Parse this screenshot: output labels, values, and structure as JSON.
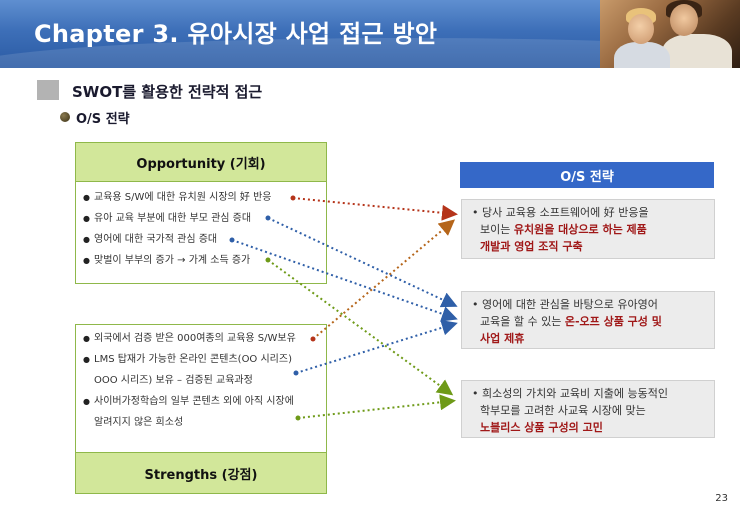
{
  "header": {
    "title": "Chapter 3.  유아시장 사업 접근 방안"
  },
  "section": {
    "title": "SWOT를 활용한 전략적 접근",
    "subtitle": "O/S 전략"
  },
  "opportunity": {
    "title": "Opportunity (기회)",
    "items": [
      "교육용 S/W에 대한 유치원 시장의 好 반응",
      "유아 교육 부분에 대한 부모 관심 증대",
      "영어에 대한 국가적 관심 증대",
      "맞벌이 부부의 증가 → 가계 소득 증가"
    ]
  },
  "strengths": {
    "title": "Strengths (강점)",
    "items": [
      "외국에서 검증 받은 000여종의 교육용 S/W보유",
      "LMS 탑재가 가능한 온라인 콘텐츠(OO 시리즈)",
      "OOO 시리즈) 보유 – 검증된 교육과정",
      "사이버가정학습의 일부 콘텐츠 외에 아직 시장에",
      "알려지지 않은 희소성"
    ]
  },
  "os_strategy": {
    "header": "O/S 전략",
    "panel1": {
      "l1": "• 당사 교육용 소프트웨어에 好 반응을",
      "l2a": "보이는 ",
      "l2b": "유치원을 대상으로 하는 제품",
      "l3": "개발과 영업 조직 구축"
    },
    "panel2": {
      "l1": "• 영어에 대한 관심을 바탕으로 유아영어",
      "l2a": "교육을 할 수 있는 ",
      "l2b": "온-오프 상품 구성 및",
      "l3": "사업 제휴"
    },
    "panel3": {
      "l1": "• 희소성의 가치와 교육비 지출에 능동적인",
      "l2": "학부모를 고려한 사교육 시장에 맞는",
      "l3": "노블리스 상품 구성의 고민"
    }
  },
  "colors": {
    "accent_blue": "#3568c8",
    "green_box": "#d2e79a",
    "arrow_red": "#b5341a",
    "arrow_blue": "#2f5fa8",
    "arrow_green": "#6e9a18",
    "arrow_orange": "#b5651a",
    "highlight_red": "#a01818"
  },
  "icons": {
    "section_marker": "gray-square-icon",
    "sub_bullet": "round-bullet-icon"
  },
  "page": {
    "number": "23"
  }
}
